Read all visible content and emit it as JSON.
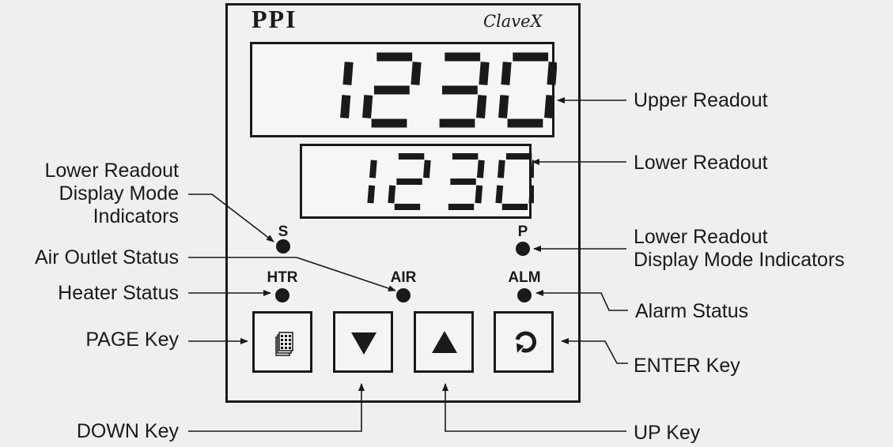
{
  "device": {
    "brand": "PPI",
    "model": "ClaveX",
    "upper_readout": "1230",
    "lower_readout": "1230"
  },
  "indicators": {
    "s": "S",
    "p": "P",
    "htr": "HTR",
    "air": "AIR",
    "alm": "ALM"
  },
  "keys": {
    "page": "page-icon",
    "down": "down-arrow-icon",
    "up": "up-arrow-icon",
    "enter": "enter-icon"
  },
  "callouts": {
    "upper_readout": "Upper Readout",
    "lower_readout": "Lower Readout",
    "lower_mode_left": [
      "Lower Readout",
      "Display Mode",
      "Indicators"
    ],
    "air_outlet": "Air Outlet Status",
    "heater": "Heater Status",
    "page_key": "PAGE Key",
    "down_key": "DOWN Key",
    "lower_mode_right": [
      "Lower Readout",
      "Display Mode Indicators"
    ],
    "alarm": "Alarm Status",
    "enter_key": "ENTER Key",
    "up_key": "UP Key"
  },
  "colors": {
    "ink": "#1a1a1a",
    "background": "#efefef"
  }
}
